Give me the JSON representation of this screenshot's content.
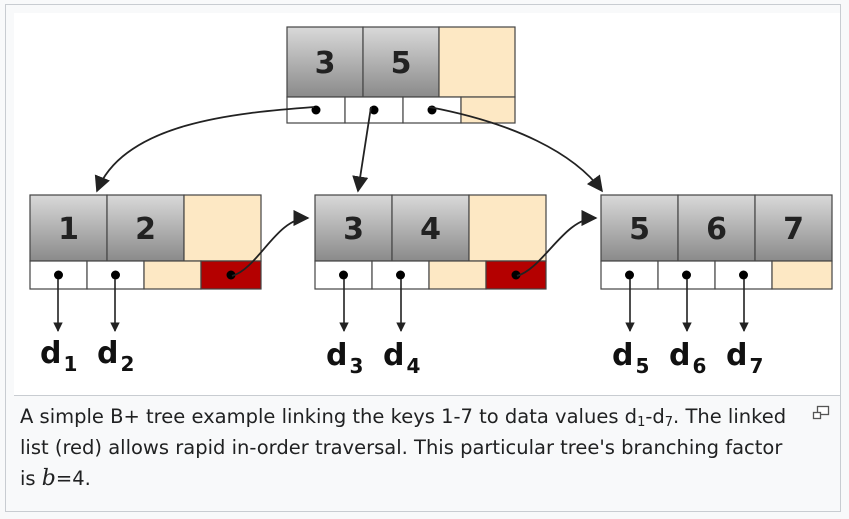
{
  "nodes": [
    {
      "id": "root",
      "keys": [
        "3",
        "5",
        ""
      ],
      "pointers": [
        true,
        true,
        true,
        false
      ],
      "next_pointer": false
    },
    {
      "id": "leaf1",
      "keys": [
        "1",
        "2",
        ""
      ],
      "pointers": [
        true,
        true,
        false
      ],
      "next_pointer": true
    },
    {
      "id": "leaf2",
      "keys": [
        "3",
        "4",
        ""
      ],
      "pointers": [
        true,
        true,
        false
      ],
      "next_pointer": true
    },
    {
      "id": "leaf3",
      "keys": [
        "5",
        "6",
        "7"
      ],
      "pointers": [
        true,
        true,
        true
      ],
      "next_pointer": false
    }
  ],
  "data_values": [
    {
      "base": "d",
      "sub": "1"
    },
    {
      "base": "d",
      "sub": "2"
    },
    {
      "base": "d",
      "sub": "3"
    },
    {
      "base": "d",
      "sub": "4"
    },
    {
      "base": "d",
      "sub": "5"
    },
    {
      "base": "d",
      "sub": "6"
    },
    {
      "base": "d",
      "sub": "7"
    }
  ],
  "caption": {
    "p1": "A simple B+ tree example linking the keys 1-7 to data values d",
    "s1": "1",
    "p2": "-d",
    "s2": "7",
    "p3": ". The linked list (red) allows rapid in-order traversal. This particular tree's branching factor is ",
    "var": "b",
    "p4": "=4."
  },
  "colors": {
    "key_fill_top": "#d9d9d9",
    "key_fill_bottom": "#8a8a8a",
    "empty_slot": "#fde8c4",
    "link_pointer": "#b40000",
    "pointer_dot": "#000000",
    "caption_text": "#202122"
  },
  "icons": {
    "enlarge": "magnify-clip-icon"
  }
}
